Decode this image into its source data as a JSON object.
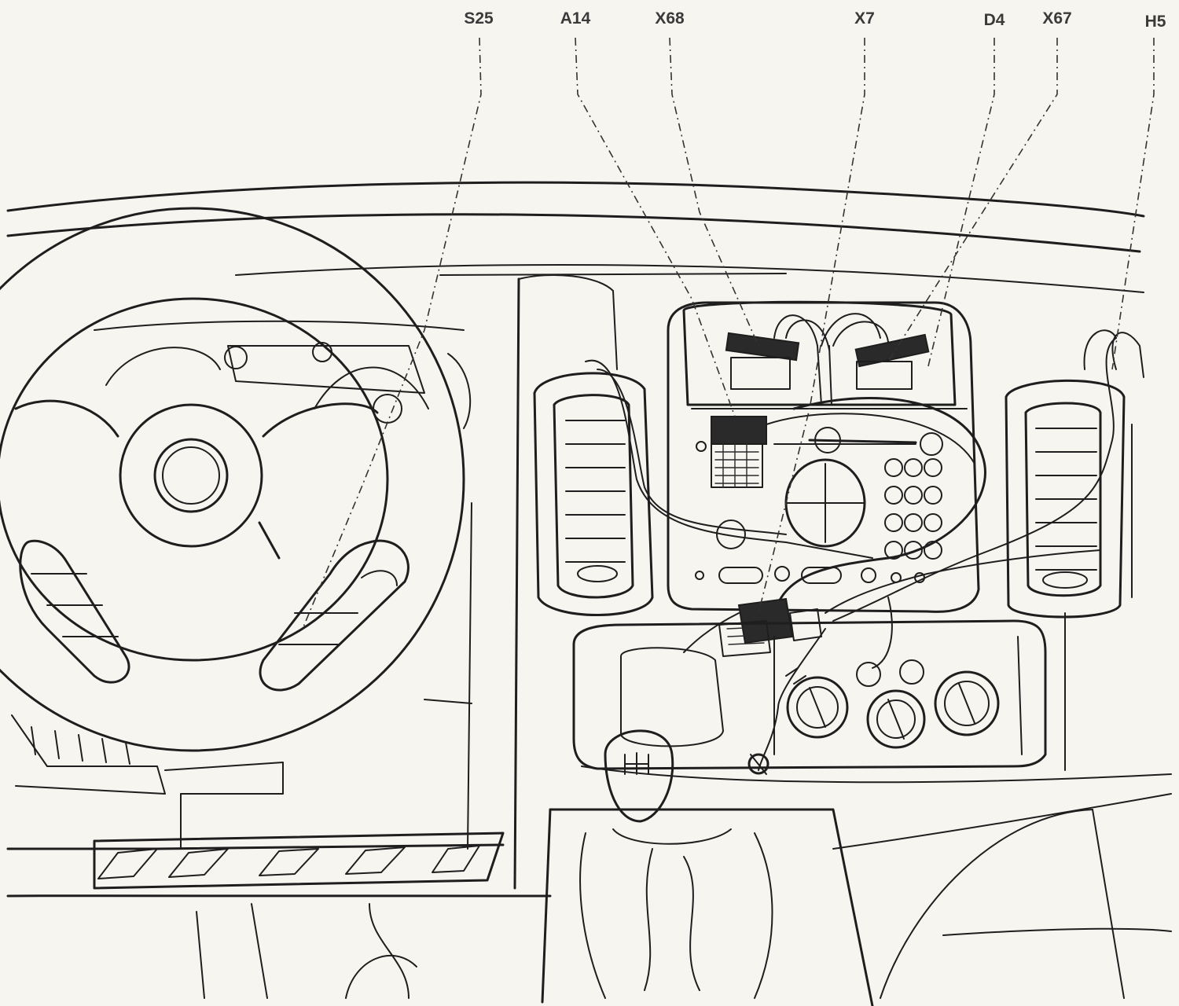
{
  "callouts": [
    {
      "id": "s25",
      "label": "S25"
    },
    {
      "id": "a14",
      "label": "A14"
    },
    {
      "id": "x68",
      "label": "X68"
    },
    {
      "id": "x7",
      "label": "X7"
    },
    {
      "id": "d4",
      "label": "D4"
    },
    {
      "id": "x67",
      "label": "X67"
    },
    {
      "id": "h5",
      "label": "H5"
    }
  ],
  "colors": {
    "ink": "#1e1e1e",
    "paper": "#f7f5f0",
    "label": "#3a3a3a"
  }
}
